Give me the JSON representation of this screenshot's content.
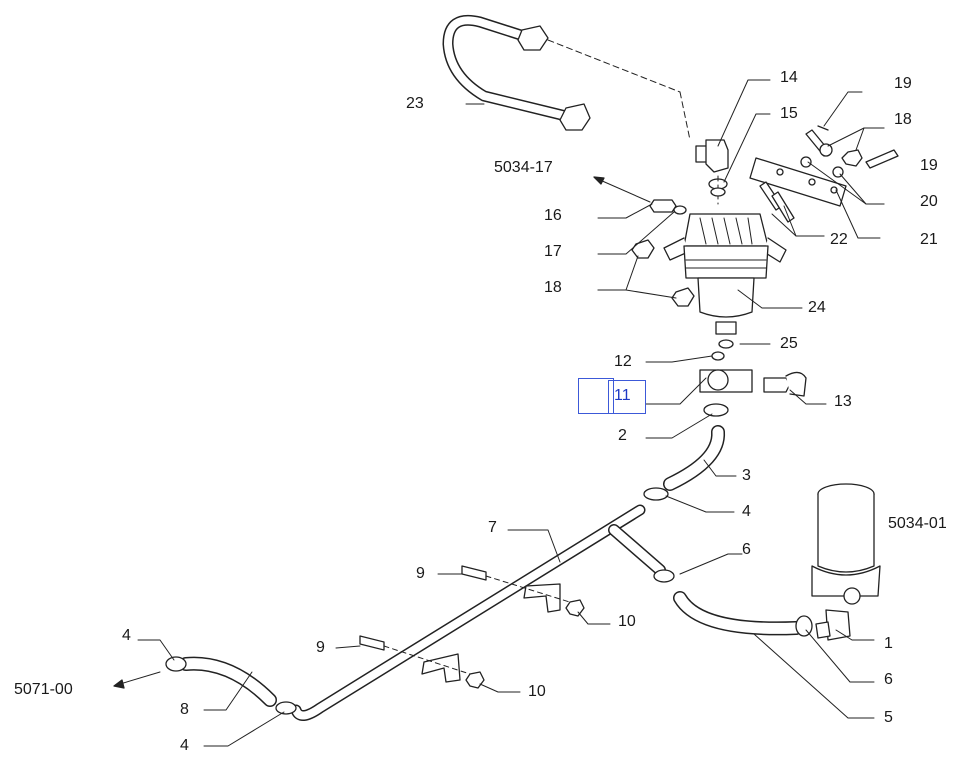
{
  "labels": {
    "p1": "1",
    "p2": "2",
    "p3": "3",
    "p4a": "4",
    "p4b": "4",
    "p4c": "4",
    "p5": "5",
    "p6a": "6",
    "p6b": "6",
    "p7": "7",
    "p8": "8",
    "p9a": "9",
    "p9b": "9",
    "p10a": "10",
    "p10b": "10",
    "p11": "11",
    "p12": "12",
    "p13": "13",
    "p14": "14",
    "p15": "15",
    "p16": "16",
    "p17": "17",
    "p18a": "18",
    "p18b": "18",
    "p19a": "19",
    "p19b": "19",
    "p20": "20",
    "p21": "21",
    "p22": "22",
    "p23": "23",
    "p24": "24",
    "p25": "25"
  },
  "references": {
    "ref_5034_17": "5034-17",
    "ref_5034_01": "5034-01",
    "ref_5071_00": "5071-00"
  },
  "colors": {
    "line": "#222222",
    "highlight": "#1d39c4"
  }
}
